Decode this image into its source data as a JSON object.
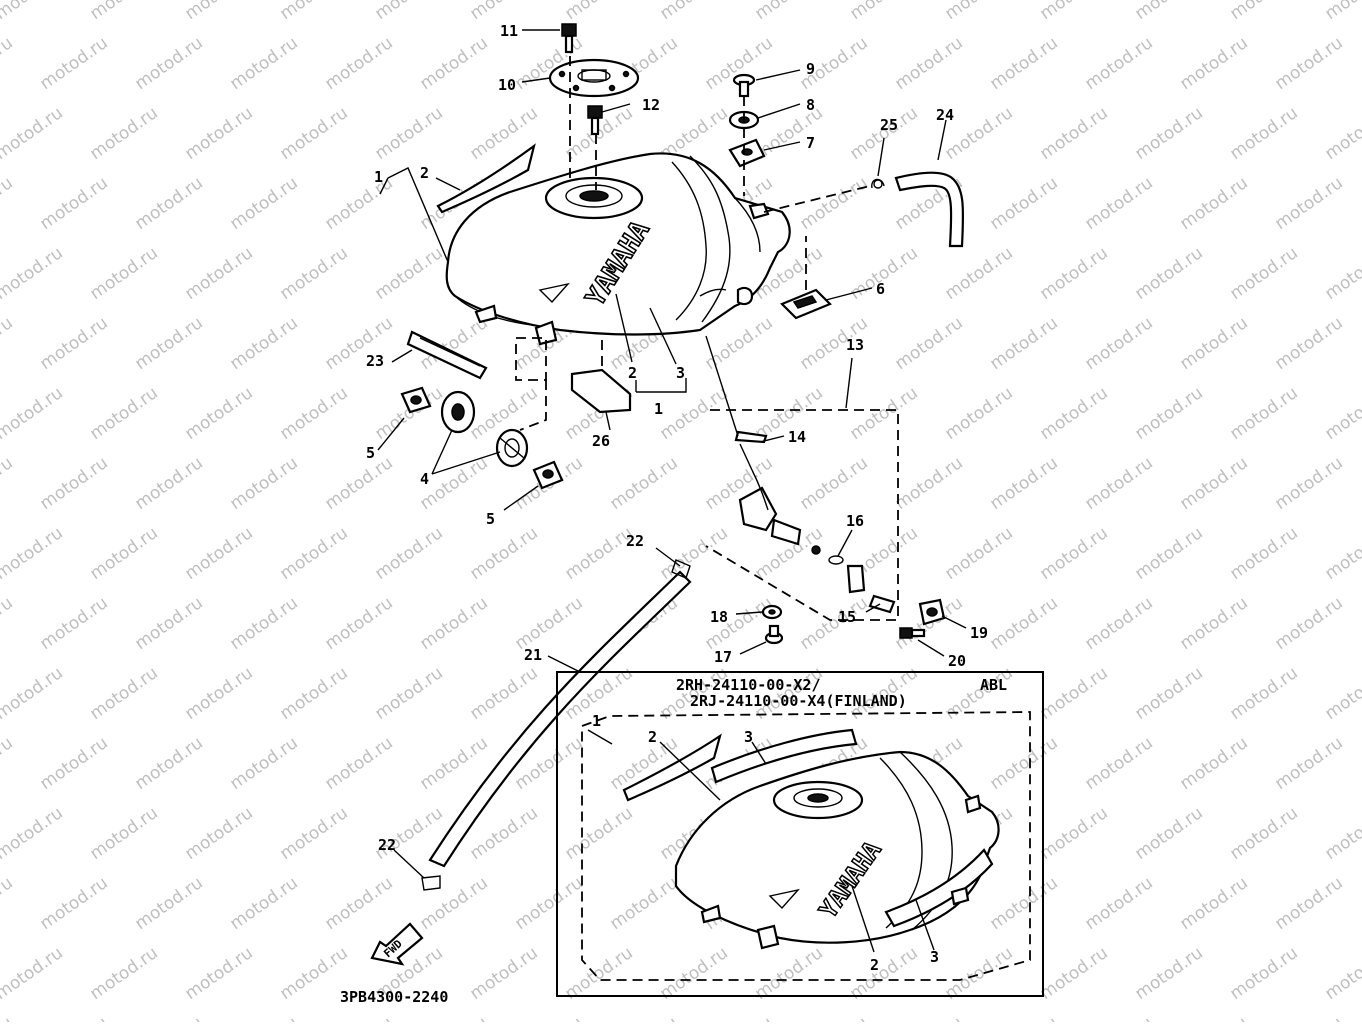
{
  "watermark": "motod.ru",
  "figure_code": "3PB4300-2240",
  "fwd_label": "FWD",
  "brand_main": "YAMAHA",
  "brand_inset": "YAMAHA",
  "inset": {
    "line1": "2RH-24110-00-X2/",
    "line2": "2RJ-24110-00-X4(FINLAND)",
    "variant": "ABL"
  },
  "callouts": {
    "c1": "1",
    "c2": "2",
    "c2b": "2",
    "c3": "3",
    "c1b": "1",
    "c4": "4",
    "c5": "5",
    "c5b": "5",
    "c6": "6",
    "c7": "7",
    "c8": "8",
    "c9": "9",
    "c10": "10",
    "c11": "11",
    "c12": "12",
    "c13": "13",
    "c14": "14",
    "c15": "15",
    "c16": "16",
    "c17": "17",
    "c18": "18",
    "c19": "19",
    "c20": "20",
    "c21": "21",
    "c22": "22",
    "c22b": "22",
    "c23": "23",
    "c24": "24",
    "c25": "25",
    "c26": "26",
    "i1": "1",
    "i2": "2",
    "i3": "3",
    "i2b": "2",
    "i3b": "3"
  }
}
